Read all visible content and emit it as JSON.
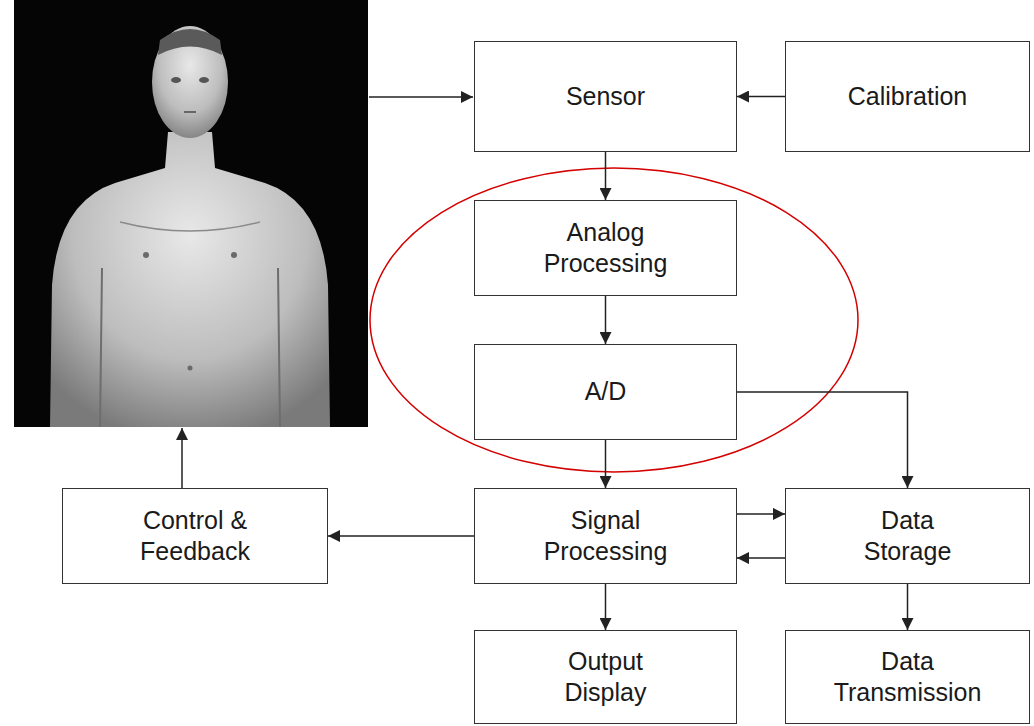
{
  "diagram": {
    "nodes": [
      {
        "text": [
          "Sensor"
        ]
      },
      {
        "text": [
          "Calibration"
        ]
      },
      {
        "text": [
          "Analog Processing"
        ]
      },
      {
        "text": [
          "A/D"
        ]
      },
      {
        "text": [
          "Control & Feedback"
        ]
      },
      {
        "text": [
          "Signal Processing"
        ]
      },
      {
        "text": [
          "Data Storage"
        ]
      },
      {
        "text": [
          "Output Display"
        ]
      },
      {
        "text": [
          "Data Transmission"
        ]
      }
    ],
    "edges": [
      {
        "from": 1,
        "to": 0,
        "arrow": "to"
      },
      {
        "from": 0,
        "to": 2,
        "arrow": "to"
      },
      {
        "from": 2,
        "to": 3,
        "arrow": "to"
      },
      {
        "from": 3,
        "to": 5,
        "arrow": "to"
      },
      {
        "from": 3,
        "to": 6,
        "arrow": "to"
      },
      {
        "from": 5,
        "to": 6,
        "arrow": "to"
      },
      {
        "from": 6,
        "to": 5,
        "arrow": "to"
      },
      {
        "from": 5,
        "to": 4,
        "arrow": "to"
      },
      {
        "from": 5,
        "to": 7,
        "arrow": "to"
      },
      {
        "from": 6,
        "to": 8,
        "arrow": "to"
      }
    ]
  }
}
